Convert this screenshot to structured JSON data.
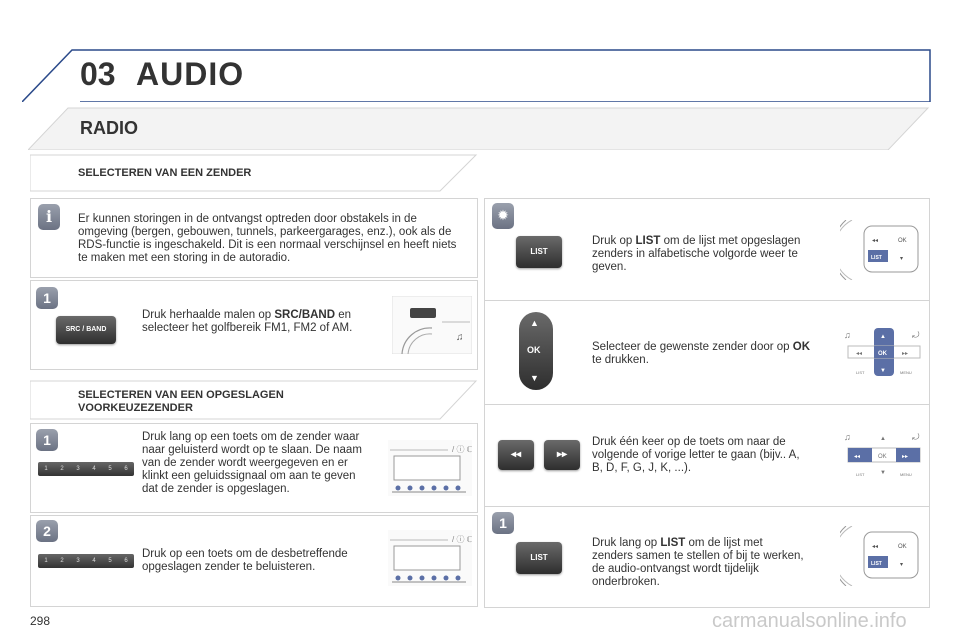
{
  "header": {
    "chapter_number": "03",
    "chapter_title": "AUDIO"
  },
  "section": {
    "title": "RADIO"
  },
  "left": {
    "select_station_title": "SELECTEREN VAN EEN ZENDER",
    "info_text": "Er kunnen storingen in de ontvangst optreden door obstakels in de omgeving (bergen, gebouwen, tunnels, parkeergarages, enz.), ook als de RDS-functie is ingeschakeld. Dit is een normaal verschijnsel en heeft niets te maken met een storing in de autoradio.",
    "step1_badge": "1",
    "srcband_button_label": "SRC / BAND",
    "srcband_text_pre": "Druk herhaalde malen op ",
    "srcband_text_bold": "SRC/BAND",
    "srcband_text_post": " en selecteer het golfbereik FM1, FM2 of AM.",
    "preset_title_line1": "SELECTEREN VAN EEN OPGESLAGEN",
    "preset_title_line2": "VOORKEUZEZENDER",
    "preset_step1_badge": "1",
    "preset_step1_text": "Druk lang op een toets om de zender waar naar geluisterd wordt op te slaan. De naam van de zender wordt weergegeven en er klinkt een geluidssignaal om aan te geven dat de zender is opgeslagen.",
    "preset_step2_badge": "2",
    "preset_step2_text": "Druk op een toets om de desbetreffende opgeslagen zender te beluisteren.",
    "preset_keys": [
      "1",
      "2",
      "3",
      "4",
      "5",
      "6"
    ]
  },
  "right": {
    "list_label": "LIST",
    "ok_label": "OK",
    "row1_pre": "Druk op ",
    "row1_bold": "LIST",
    "row1_post": " om de lijst met opgeslagen zenders in alfabetische volgorde weer te geven.",
    "row2_pre": "Selecteer de gewenste zender door op ",
    "row2_bold": "OK",
    "row2_post": " te drukken.",
    "row3_text": "Druk één keer op de toets om naar de volgende of vorige letter te gaan (bijv.. A, B, D, F, G, J, K, ...).",
    "row4_badge": "1",
    "row4_pre": "Druk lang op ",
    "row4_bold": "LIST",
    "row4_post": " om de lijst met zenders samen te stellen of bij te werken, de audio-ontvangst wordt tijdelijk onderbroken.",
    "thumb_menu_label": "MENU",
    "thumb_list_label": "LIST"
  },
  "footer": {
    "page_number": "298",
    "watermark": "carmanualsonline.info"
  },
  "colors": {
    "badge": "#7d8494",
    "border": "#d4d4d4",
    "button": "#3a3a3a",
    "highlight": "#4a6fb3"
  }
}
